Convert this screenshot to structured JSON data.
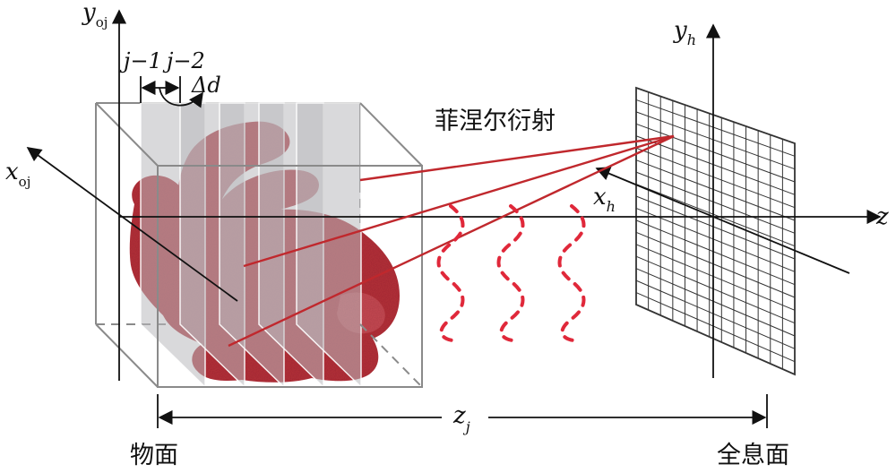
{
  "labels": {
    "y_oj": {
      "main": "y",
      "sub": "oj"
    },
    "x_oj": {
      "main": "x",
      "sub": "oj"
    },
    "y_h": {
      "main": "y",
      "sub": "h"
    },
    "x_h": {
      "main": "x",
      "sub": "h"
    },
    "z_axis": "z",
    "z_j": {
      "main": "z",
      "sub": "j"
    },
    "slice_j1": "j−1",
    "slice_j2": "j−2",
    "delta_d": "Δd",
    "fresnel": "菲涅尔衍射",
    "object_plane": "物面",
    "hologram_plane": "全息面"
  },
  "colors": {
    "object": "#b5323a",
    "ray": "#c0282d",
    "wave": "#e0283a",
    "slice": "#b9b9bd",
    "box": "#8a8a8a",
    "grid": "#333333"
  },
  "hologram_grid": {
    "rows": 18,
    "cols": 13
  }
}
